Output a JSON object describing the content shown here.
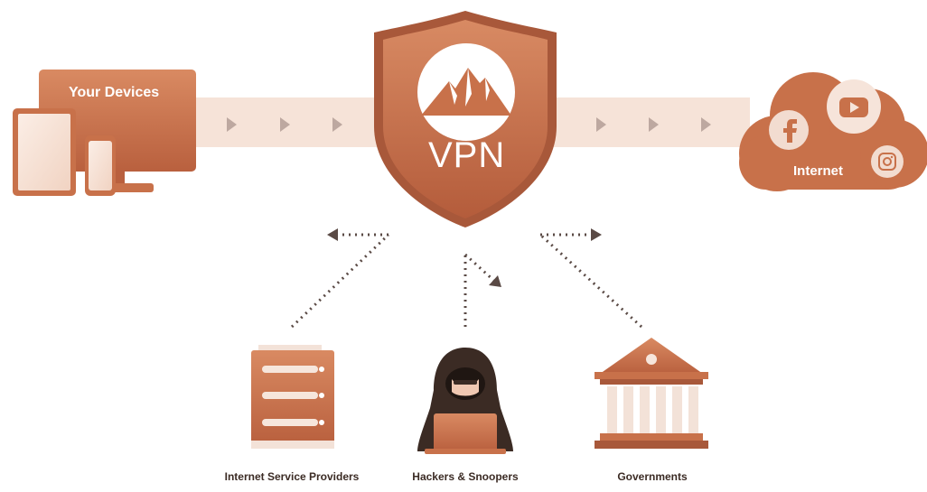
{
  "devices": {
    "label": "Your Devices"
  },
  "vpn": {
    "label": "VPN"
  },
  "internet": {
    "label": "Internet"
  },
  "threats": [
    {
      "label": "Internet Service Providers",
      "icon": "server-rack-icon"
    },
    {
      "label": "Hackers & Snoopers",
      "icon": "hooded-hacker-icon"
    },
    {
      "label": "Governments",
      "icon": "government-building-icon"
    }
  ],
  "social_icons": [
    "facebook-icon",
    "youtube-icon",
    "instagram-icon"
  ],
  "colors": {
    "primary": "#c8714a",
    "primary_dark": "#a8583a",
    "light": "#f6e6dc",
    "tunnel": "#f6e3d8",
    "arrow": "#bda8a0",
    "text": "#3b2b24",
    "dotted": "#5a4a45"
  }
}
